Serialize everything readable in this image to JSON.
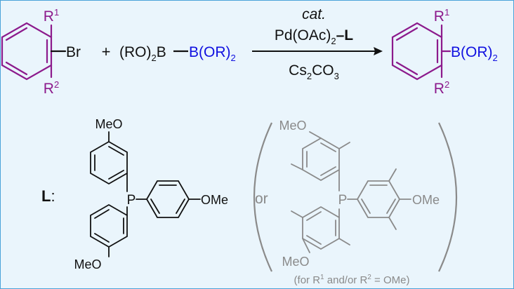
{
  "colors": {
    "purple": "#8c1a8c",
    "blue": "#1010e0",
    "black": "#111111",
    "gray": "#8a8a8a",
    "frame": "#4aa3d9",
    "background": "#eaf5fc"
  },
  "reaction": {
    "substrate": {
      "r1": "R",
      "r1_sup": "1",
      "r2": "R",
      "r2_sup": "2",
      "leaving_group": "Br"
    },
    "plus": "+",
    "diboron": {
      "left": "(RO)",
      "left_sub": "2",
      "b": "B",
      "right": "B(OR)",
      "right_sub": "2"
    },
    "conditions": {
      "catalyst_label": "cat.",
      "catalyst_pd": "Pd(OAc)",
      "catalyst_sub": "2",
      "catalyst_ligand": "–L",
      "base": "Cs",
      "base_sub1": "2",
      "base_mid": "CO",
      "base_sub2": "3"
    },
    "product": {
      "r1": "R",
      "r1_sup": "1",
      "r2": "R",
      "r2_sup": "2",
      "boryl": "B(OR)",
      "boryl_sub": "2"
    }
  },
  "ligand": {
    "label": "L",
    "label_colon": ":",
    "phosphorus": "P",
    "substituent": "MeO",
    "substituent_right": "OMe"
  },
  "alternative": {
    "or_text": "or",
    "phosphorus": "P",
    "substituent": "MeO",
    "substituent_right": "OMe",
    "note_prefix": "(for R",
    "note_sup1": "1",
    "note_mid": " and/or R",
    "note_sup2": "2",
    "note_suffix": " = OMe)"
  }
}
